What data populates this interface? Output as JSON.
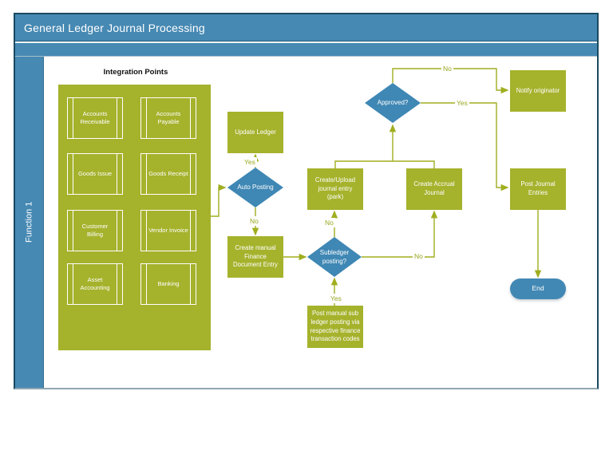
{
  "title": "General Ledger Journal Processing",
  "lane": {
    "label": "Function 1"
  },
  "integration": {
    "heading": "Integration Points",
    "systems": [
      "Accounts Receivable",
      "Accounts Payable",
      "Goods Issue",
      "Goods Receipt",
      "Customer Billing",
      "Vendor Invoice",
      "Asset Accounting",
      "Banking"
    ]
  },
  "nodes": {
    "update_ledger": "Update Ledger",
    "auto_posting": "Auto Posting",
    "create_manual": "Create manual Finance Document Entry",
    "create_upload": "Create/Upload journal entry (park)",
    "subledger": "Subledger posting?",
    "post_manual_sub": "Post manual sub ledger posting via respective finance transaction codes",
    "create_accrual": "Create Accrual Journal",
    "approved": "Approved?",
    "notify": "Notify originator",
    "post_journal": "Post Journal Entries",
    "end": "End"
  },
  "edge_labels": {
    "auto_yes": "Yes",
    "auto_no": "No",
    "subledger_up_no": "No",
    "subledger_right_no": "No",
    "subledger_yes": "Yes",
    "approved_no": "No",
    "approved_yes": "Yes"
  },
  "colors": {
    "olive": "#a5b22c",
    "connector": "#a0ae1f",
    "header_blue": "#4689b3",
    "diamond_blue": "#3f87b4",
    "frame_border": "#1a4a61"
  }
}
